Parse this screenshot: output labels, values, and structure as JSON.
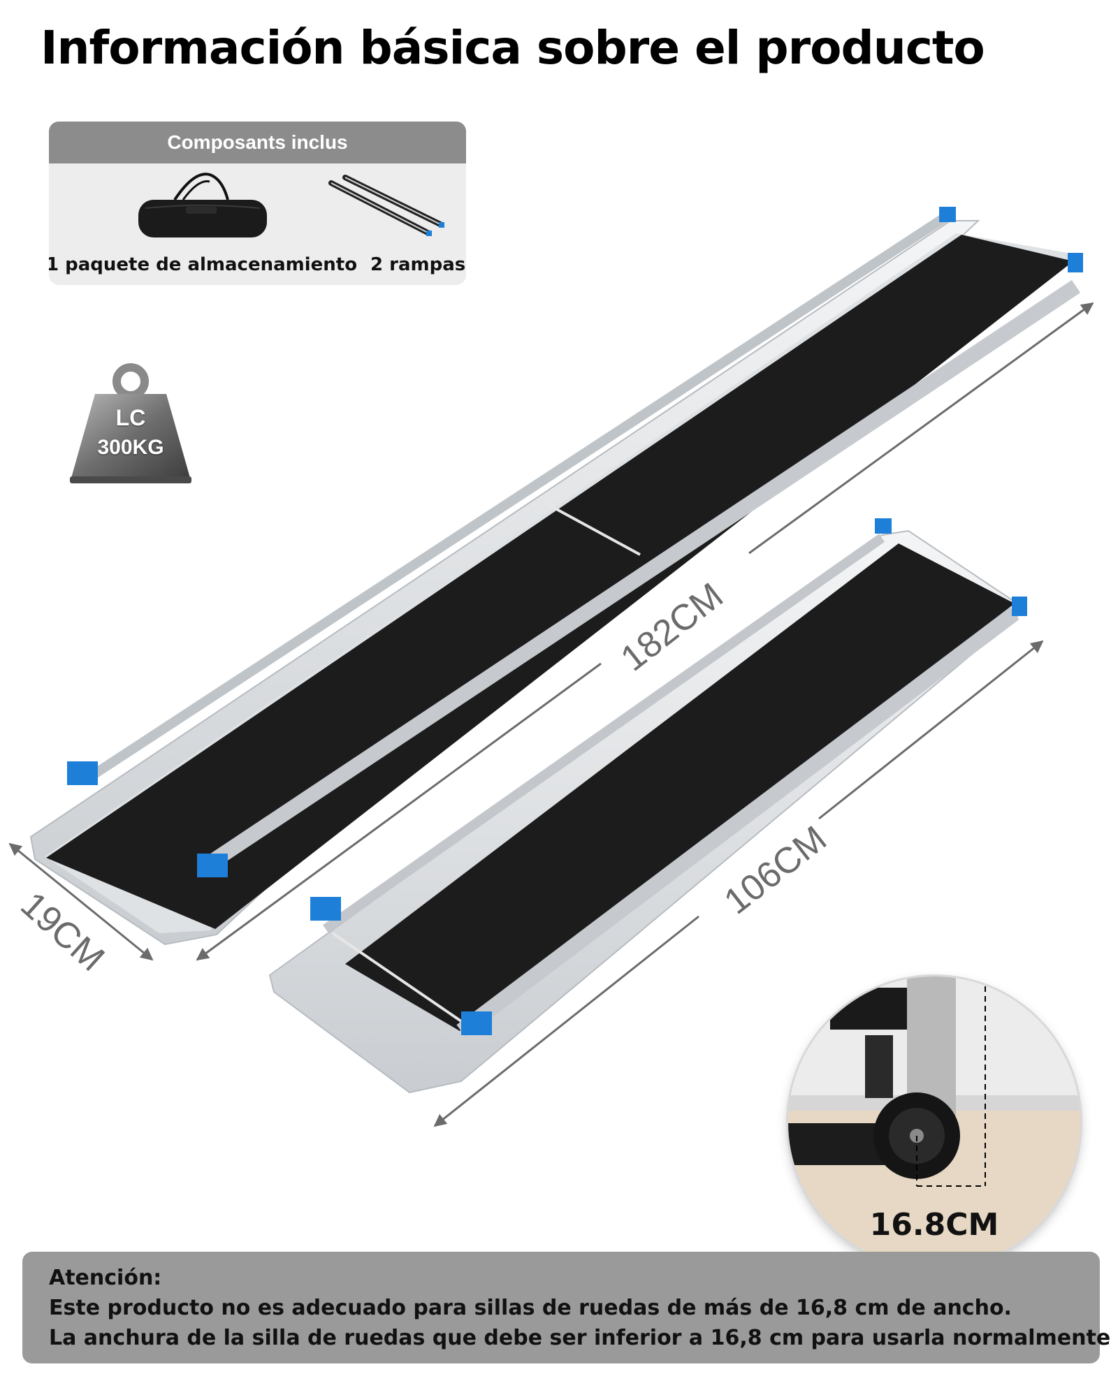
{
  "title": "Información básica sobre el producto",
  "components": {
    "header": "Composants inclus",
    "items": [
      {
        "label": "1 paquete de almacenamiento",
        "icon": "storage-bag-icon"
      },
      {
        "label": "2 rampas",
        "icon": "ramp-pair-icon"
      }
    ]
  },
  "load_capacity": {
    "line1": "LC",
    "line2": "300KG",
    "icon": "weight-icon"
  },
  "dimensions": {
    "long_length": "182CM",
    "short_length": "106CM",
    "width": "19CM",
    "wheel_width": "16.8CM"
  },
  "notice": {
    "heading": "Atención:",
    "line1": "Este producto no es adecuado para sillas de ruedas de más de 16,8 cm de ancho.",
    "line2": "La anchura de la silla de ruedas que debe ser inferior a 16,8 cm para usarla normalmente"
  },
  "colors": {
    "ramp_surface": "#1c1c1c",
    "ramp_frame": "#d9dce0",
    "end_cap": "#1e7fd8",
    "dimension_line": "#6b6b6b"
  }
}
